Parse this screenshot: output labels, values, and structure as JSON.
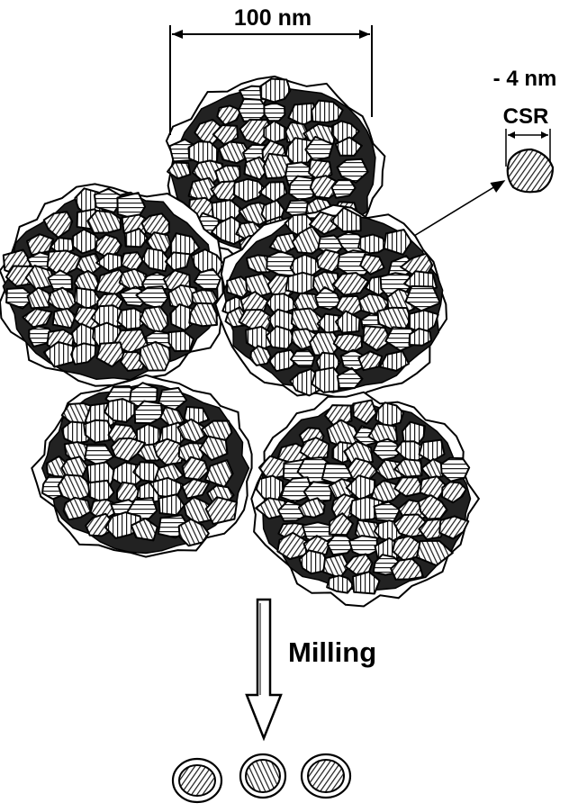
{
  "labels": {
    "scale_large": "100 nm",
    "scale_small": "- 4 nm",
    "csr": "CSR",
    "process": "Milling"
  },
  "colors": {
    "ink": "#000000",
    "hatch": "#1a1a1a",
    "halo": "#ffffff"
  },
  "agglomerate_count": 5,
  "milled_particle_count": 3
}
